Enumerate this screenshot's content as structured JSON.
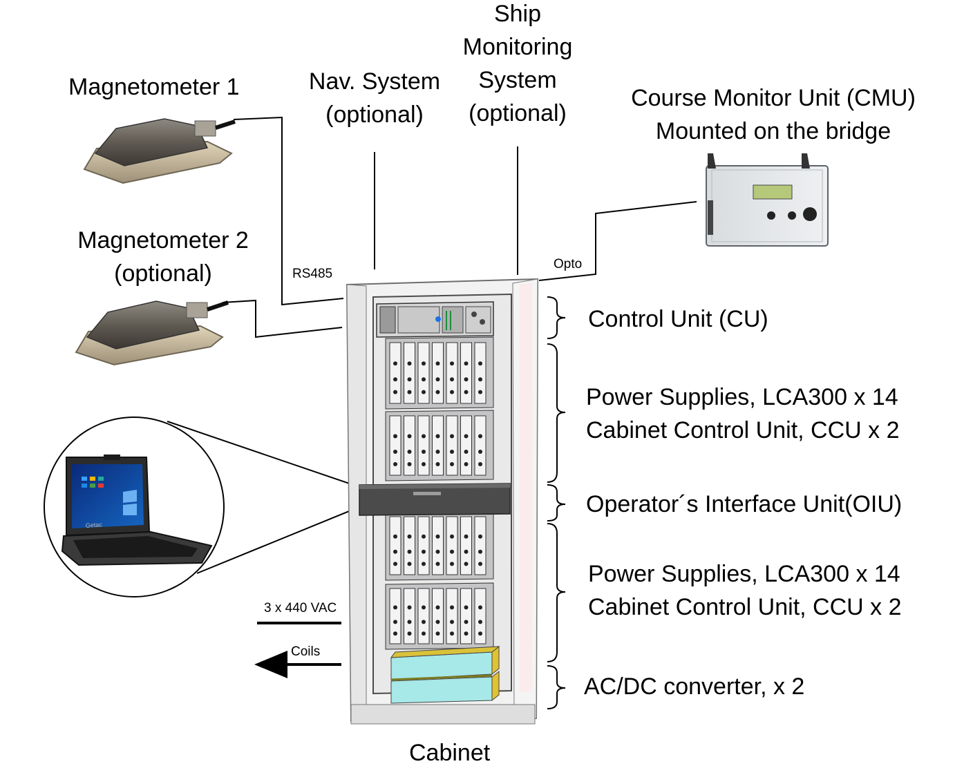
{
  "labels": {
    "magnetometer1": "Magnetometer 1",
    "magnetometer2_line1": "Magnetometer 2",
    "magnetometer2_line2": "(optional)",
    "nav_line1": "Nav. System",
    "nav_line2": "(optional)",
    "ship_line1": "Ship",
    "ship_line2": "Monitoring",
    "ship_line3": "System",
    "ship_line4": "(optional)",
    "cmu_line1": "Course Monitor Unit (CMU)",
    "cmu_line2": "Mounted on the bridge",
    "cu": "Control Unit (CU)",
    "ps1_line1": "Power Supplies, LCA300 x 14",
    "ps1_line2": "Cabinet Control Unit, CCU x 2",
    "oiu": "Operator´s Interface Unit(OIU)",
    "ps2_line1": "Power Supplies, LCA300 x 14",
    "ps2_line2": "Cabinet Control Unit, CCU x 2",
    "acdc": "AC/DC converter, x 2",
    "cabinet": "Cabinet"
  },
  "connectors": {
    "rs485": "RS485",
    "opto": "Opto",
    "vac": "3 x 440 VAC",
    "coils": "Coils"
  },
  "device_text": {
    "laptop_brand": "Getac"
  }
}
